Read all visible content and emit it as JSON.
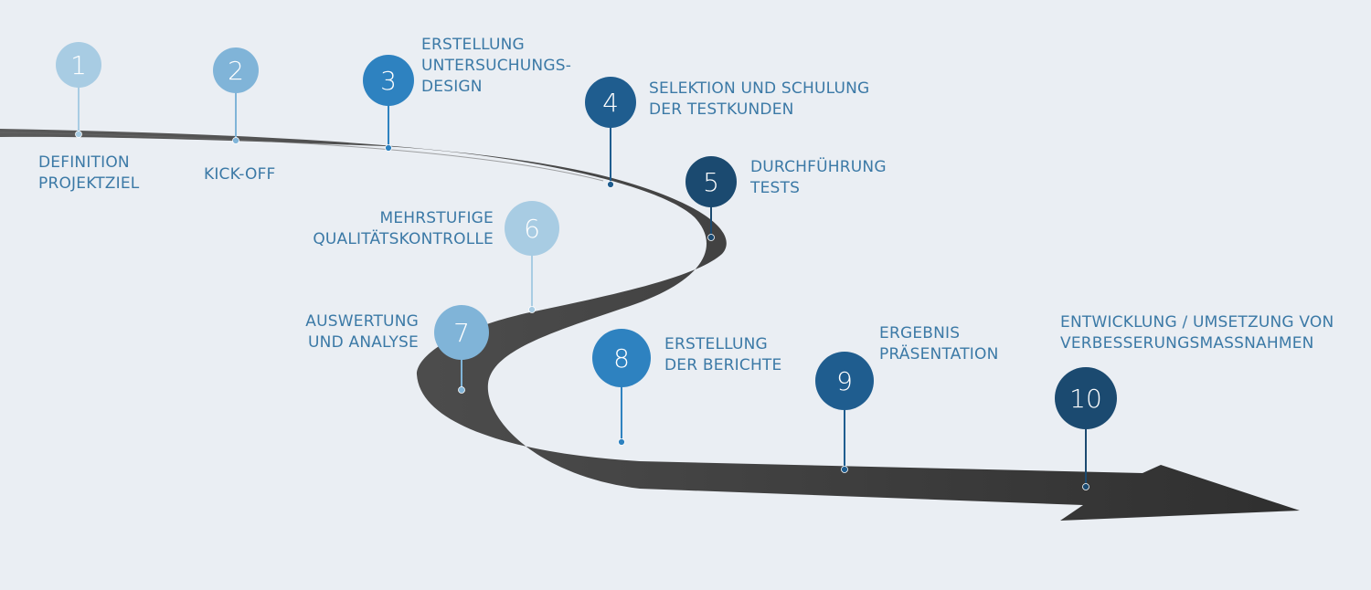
{
  "diagram": {
    "colors": {
      "background": "#eaeef3",
      "road": "#4a4a4a",
      "label_text": "#3b79a6"
    },
    "steps": [
      {
        "number": "1",
        "lines": [
          "DEFINITION",
          "PROJEKTZIEL"
        ],
        "color": "#a8cce3"
      },
      {
        "number": "2",
        "lines": [
          "KICK-OFF"
        ],
        "color": "#80b4d8"
      },
      {
        "number": "3",
        "lines": [
          "ERSTELLUNG",
          "UNTERSUCHUNGS-",
          "DESIGN"
        ],
        "color": "#2e82c0"
      },
      {
        "number": "4",
        "lines": [
          "SELEKTION UND SCHULUNG",
          "DER TESTKUNDEN"
        ],
        "color": "#1f5d8f"
      },
      {
        "number": "5",
        "lines": [
          "DURCHFÜHRUNG",
          "TESTS"
        ],
        "color": "#1b4a70"
      },
      {
        "number": "6",
        "lines": [
          "MEHRSTUFIGE",
          "QUALITÄTSKONTROLLE"
        ],
        "color": "#a8cce3"
      },
      {
        "number": "7",
        "lines": [
          "AUSWERTUNG",
          "UND ANALYSE"
        ],
        "color": "#80b4d8"
      },
      {
        "number": "8",
        "lines": [
          "ERSTELLUNG",
          "DER BERICHTE"
        ],
        "color": "#2e82c0"
      },
      {
        "number": "9",
        "lines": [
          "ERGEBNIS",
          "PRÄSENTATION"
        ],
        "color": "#1f5d8f"
      },
      {
        "number": "10",
        "lines": [
          "ENTWICKLUNG / UMSETZUNG VON",
          "VERBESSERUNGSMASSNAHMEN"
        ],
        "color": "#1b4a70"
      }
    ]
  }
}
